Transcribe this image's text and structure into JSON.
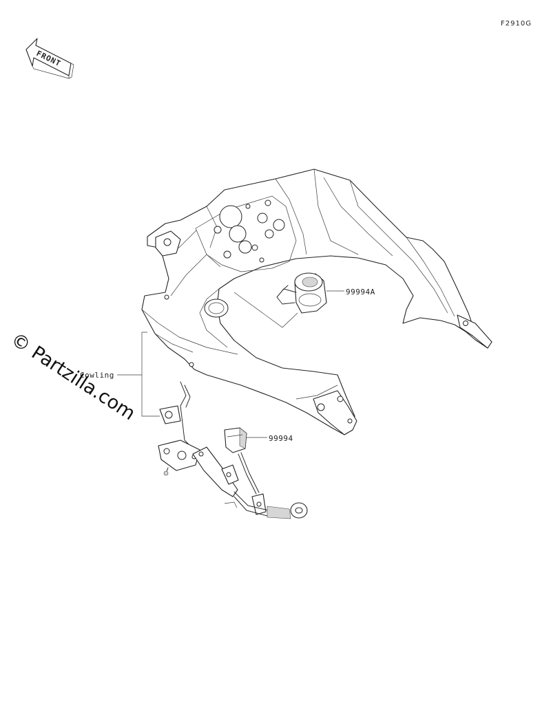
{
  "figure_code": "F2910G",
  "front_arrow": {
    "label": "FRONT"
  },
  "watermark": "© Partzilla.com",
  "callouts": [
    {
      "id": "99994A"
    },
    {
      "id": "Cowling"
    },
    {
      "id": "99994"
    }
  ]
}
